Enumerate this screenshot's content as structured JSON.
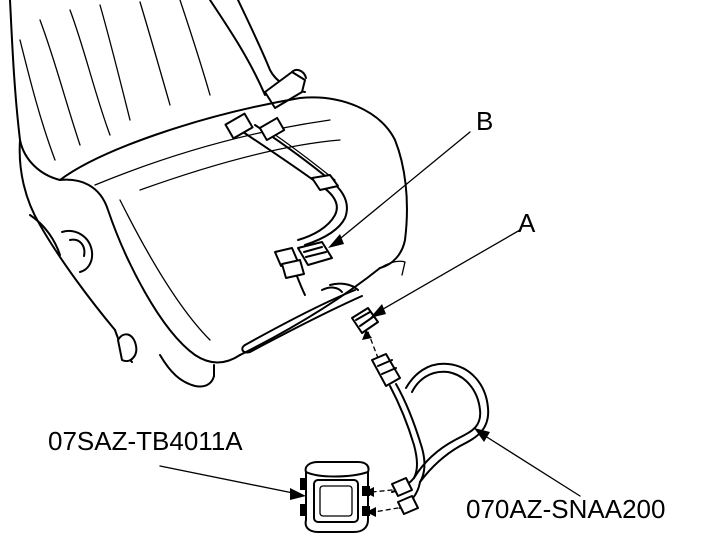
{
  "labels": {
    "connector_b": "B",
    "connector_a": "A",
    "tool_box": "07SAZ-TB4011A",
    "tool_harness": "070AZ-SNAA200"
  }
}
